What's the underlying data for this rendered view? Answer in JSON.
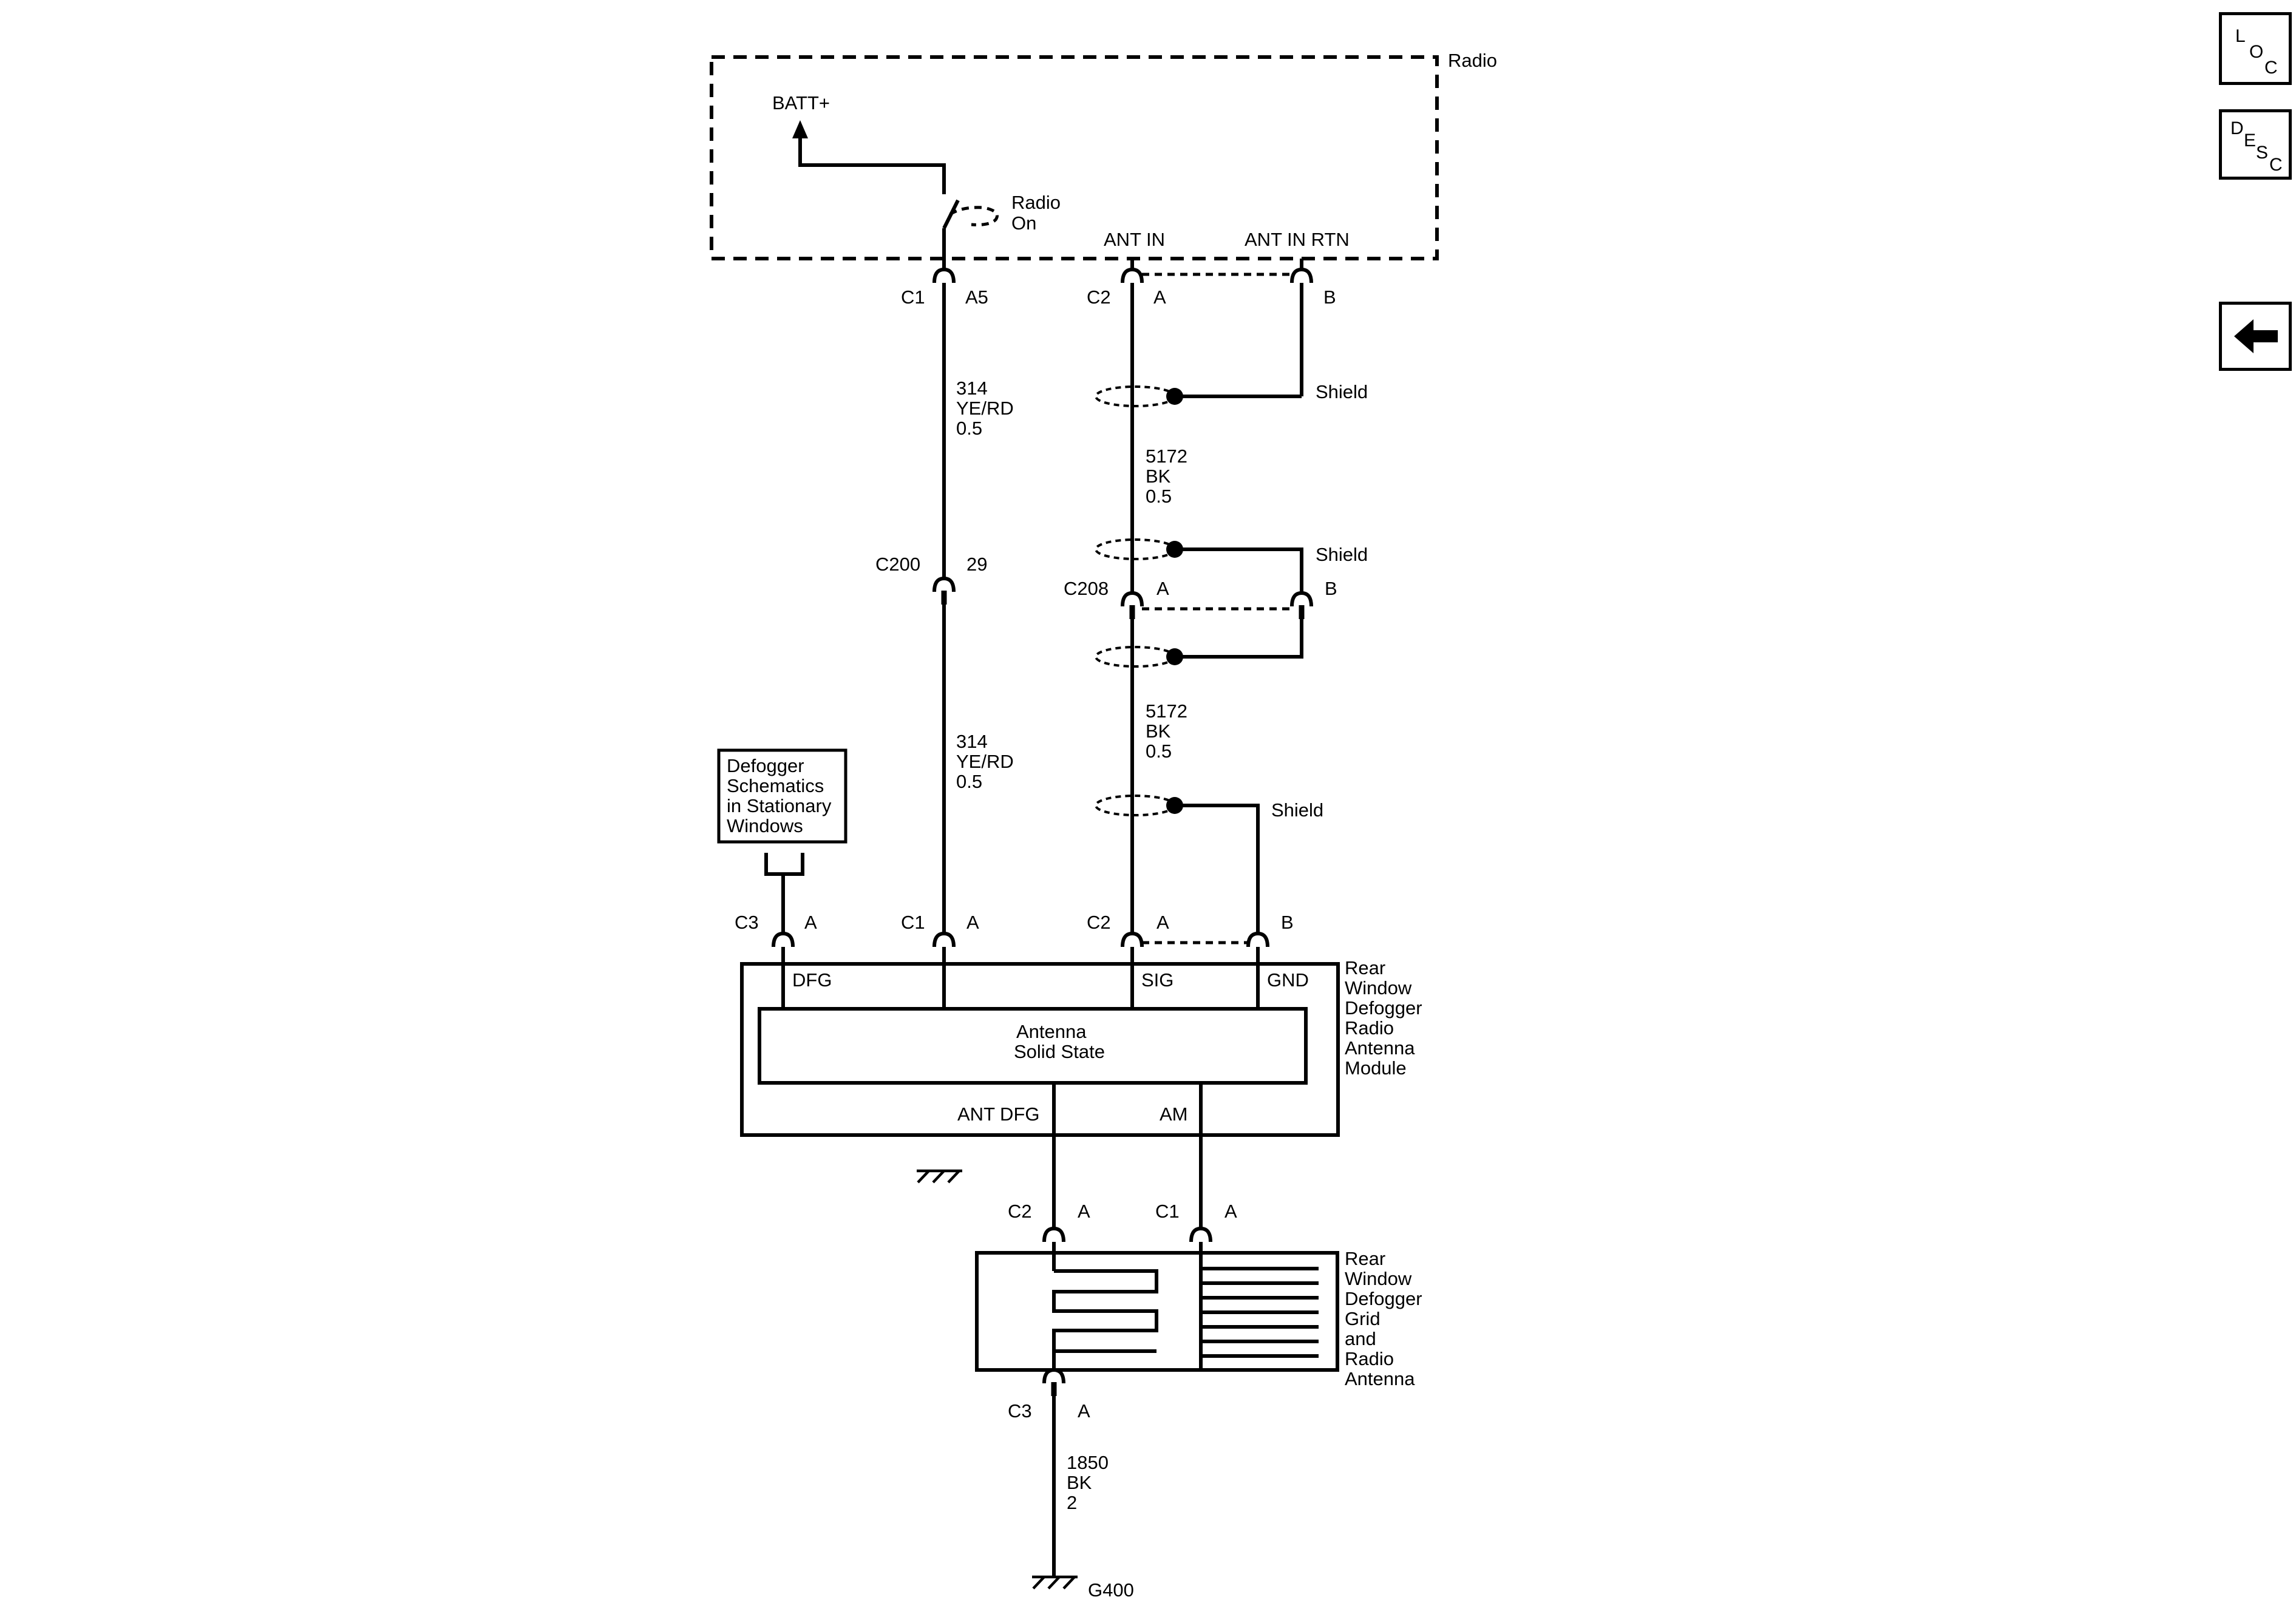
{
  "nav": {
    "loc": [
      "L",
      "O",
      "C"
    ],
    "desc": [
      "D",
      "E",
      "S",
      "C"
    ],
    "back_icon": "left-arrow-icon"
  },
  "radio": {
    "title": "Radio",
    "batt": "BATT+",
    "switch_label": [
      "Radio",
      "On"
    ],
    "ant_in": "ANT IN",
    "ant_in_rtn": "ANT IN RTN"
  },
  "connectors": {
    "c1_radio": [
      "C1",
      "A5"
    ],
    "c2_radio": [
      "C2",
      "A",
      "B"
    ],
    "c200": [
      "C200",
      "29"
    ],
    "c208": [
      "C208",
      "A",
      "B"
    ],
    "c3_module": [
      "C3",
      "A"
    ],
    "c1_module": [
      "C1",
      "A"
    ],
    "c2_module": [
      "C2",
      "A",
      "B"
    ],
    "c2_grid": [
      "C2",
      "A"
    ],
    "c1_grid": [
      "C1",
      "A"
    ],
    "c3_grid": [
      "C3",
      "A"
    ]
  },
  "wires": {
    "w314_top": [
      "314",
      "YE/RD",
      "0.5"
    ],
    "w314_bottom": [
      "314",
      "YE/RD",
      "0.5"
    ],
    "w5172_top": [
      "5172",
      "BK",
      "0.5"
    ],
    "w5172_bottom": [
      "5172",
      "BK",
      "0.5"
    ],
    "w1850": [
      "1850",
      "BK",
      "2"
    ],
    "shield": "Shield"
  },
  "defogger_ref": [
    "Defogger",
    "Schematics",
    "in Stationary",
    "Windows"
  ],
  "module": {
    "name": [
      "Rear",
      "Window",
      "Defogger",
      "Radio",
      "Antenna",
      "Module"
    ],
    "pins": {
      "dfg": "DFG",
      "sig": "SIG",
      "gnd": "GND",
      "ant_dfg": "ANT DFG",
      "am": "AM"
    },
    "inner": [
      "Antenna",
      "Solid State"
    ]
  },
  "grid": {
    "name": [
      "Rear",
      "Window",
      "Defogger",
      "Grid",
      "and",
      "Radio",
      "Antenna"
    ]
  },
  "ground": "G400"
}
